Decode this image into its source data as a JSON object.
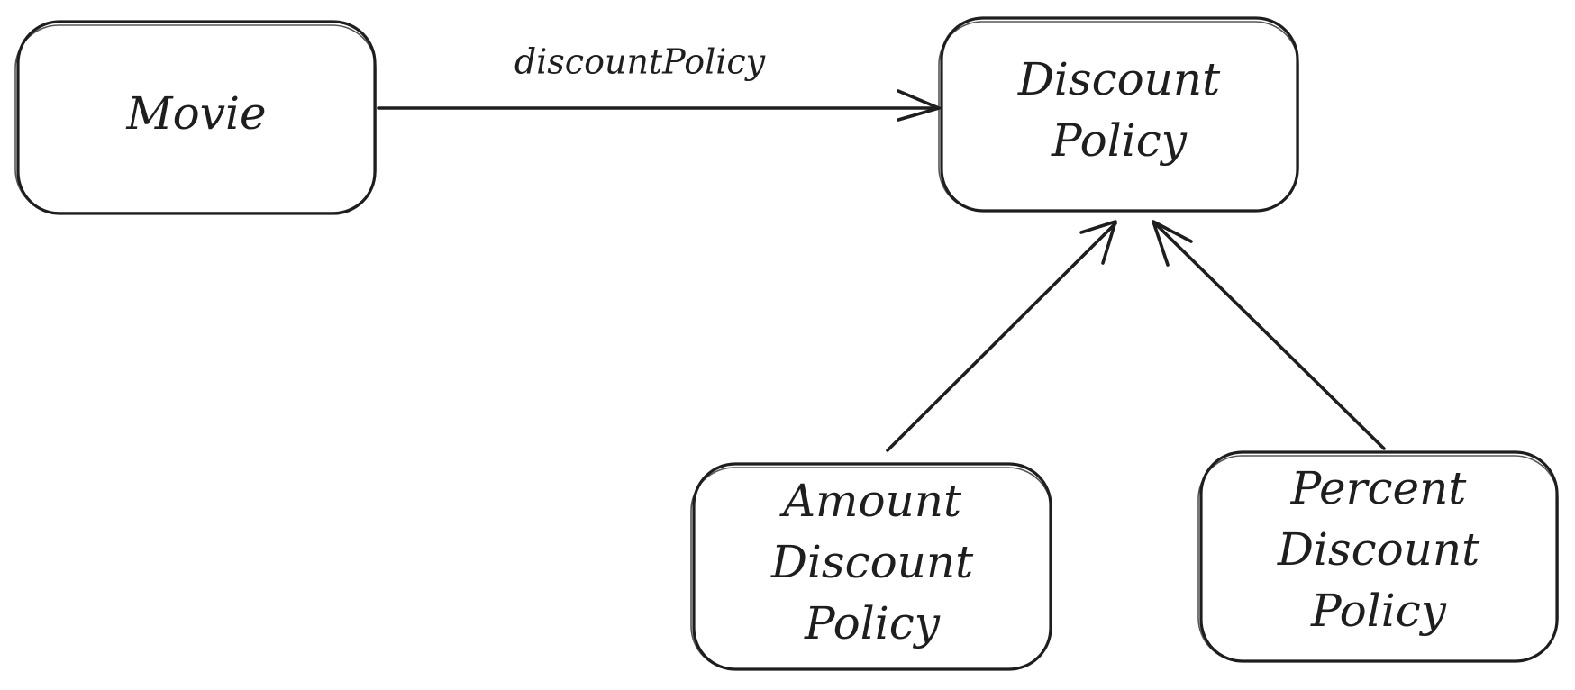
{
  "nodes": {
    "movie": {
      "lines": [
        "Movie"
      ]
    },
    "discount_policy": {
      "lines": [
        "Discount",
        "Policy"
      ]
    },
    "amount_discount_policy": {
      "lines": [
        "Amount",
        "Discount",
        "Policy"
      ]
    },
    "percent_discount_policy": {
      "lines": [
        "Percent",
        "Discount",
        "Policy"
      ]
    }
  },
  "edges": {
    "movie_to_discount_policy": {
      "label": "discountPolicy"
    }
  },
  "colors": {
    "stroke": "#1e1e1e",
    "background": "#ffffff"
  }
}
